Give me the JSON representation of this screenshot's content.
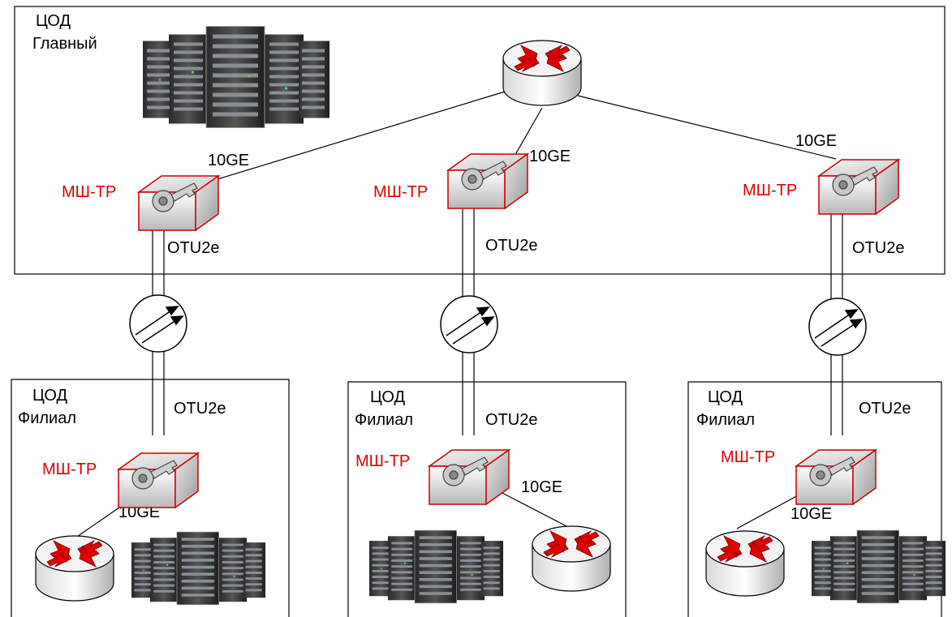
{
  "main_dc": {
    "title_line1": "ЦОД",
    "title_line2": "Главный"
  },
  "branches": [
    {
      "title_line1": "ЦОД",
      "title_line2": "Филиал"
    },
    {
      "title_line1": "ЦОД",
      "title_line2": "Филиал"
    },
    {
      "title_line1": "ЦОД",
      "title_line2": "Филиал"
    }
  ],
  "labels": {
    "encryptor": "МШ-ТР",
    "eth_link": "10GE",
    "otn_link": "OTU2e"
  },
  "colors": {
    "encryptor_label": "#e00000",
    "router_arrows": "#e00000",
    "encryptor_gradient_light": "#ffffff",
    "encryptor_gradient_dark": "#b8b8b8",
    "border": "#000000"
  },
  "icons": {
    "router": "router-icon",
    "encryptor": "encryptor-key-icon",
    "optical_channel": "optical-channel-icon",
    "server_rack": "server-rack-icon"
  }
}
